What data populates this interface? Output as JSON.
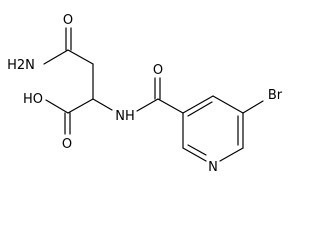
{
  "molecule": {
    "atoms": {
      "amide_o": "O",
      "nh2": "H2N",
      "acid_oh": "HO",
      "acid_o": "O",
      "amide_nh": "NH",
      "carbonyl_o": "O",
      "br": "Br",
      "pyridine_n": "N"
    }
  },
  "colors": {
    "bond": "#000000",
    "text": "#000000",
    "background": "#ffffff"
  }
}
